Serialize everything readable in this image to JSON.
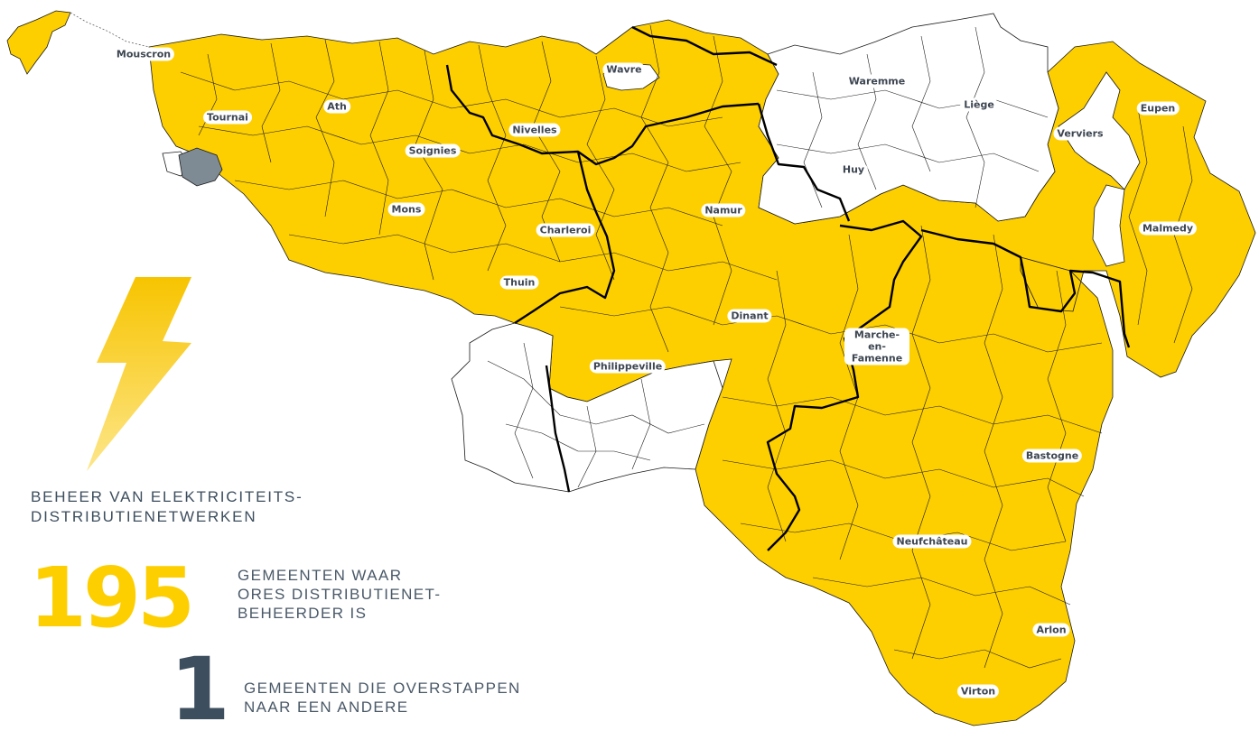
{
  "colors": {
    "ores": "#fdcf00",
    "other": "#ffffff",
    "switching": "#7f8b94",
    "border": "#1a1a1a",
    "province_border": "#000000",
    "text": "#3d4e5e",
    "bolt_top": "#f7c400",
    "bolt_bottom": "#fde68a"
  },
  "icons": {
    "bolt": "lightning-bolt-icon"
  },
  "legend": {
    "title": "BEHEER VAN ELEKTRICITEITS-\nDISTRIBUTIENETWERKEN",
    "stats": [
      {
        "number": "195",
        "text": "GEMEENTEN WAAR\nORES DISTRIBUTIENET-\nBEHEERDER IS"
      },
      {
        "number": "1",
        "text": "GEMEENTEN DIE OVERSTAPPEN\nNAAR EEN ANDERE"
      }
    ]
  },
  "cities": [
    "Mouscron",
    "Tournai",
    "Ath",
    "Soignies",
    "Mons",
    "Wavre",
    "Nivelles",
    "Charleroi",
    "Thuin",
    "Namur",
    "Philippeville",
    "Dinant",
    "Waremme",
    "Liège",
    "Huy",
    "Verviers",
    "Eupen",
    "Malmedy",
    "Marche-en-Famenne",
    "Bastogne",
    "Neufchâteau",
    "Arlon",
    "Virton"
  ]
}
